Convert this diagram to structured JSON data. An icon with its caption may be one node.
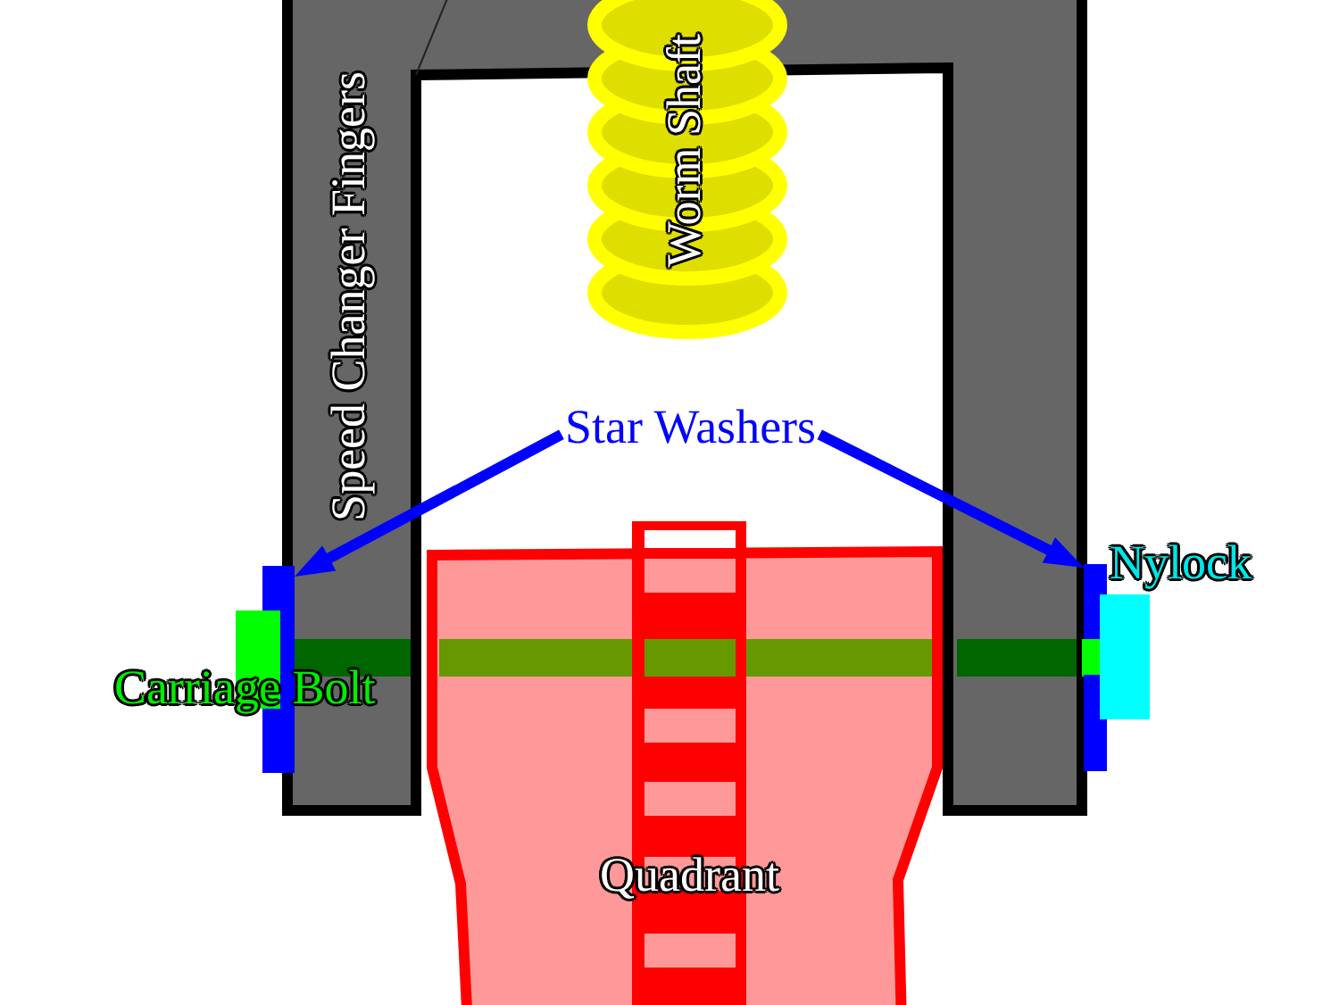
{
  "diagram": {
    "nodes": [
      {
        "text": [
          "Star Washers"
        ]
      },
      {
        "text": [],
        "shape": "box"
      },
      {
        "text": [],
        "shape": "box"
      }
    ],
    "edges": [
      {
        "from": 0,
        "to": 1,
        "arrow": "to"
      },
      {
        "from": 0,
        "to": 2,
        "arrow": "to"
      }
    ],
    "labels": [
      "Speed Changer Fingers",
      "Worm Shaft",
      "Nylock",
      "Carriage Bolt",
      "Quadrant"
    ]
  }
}
